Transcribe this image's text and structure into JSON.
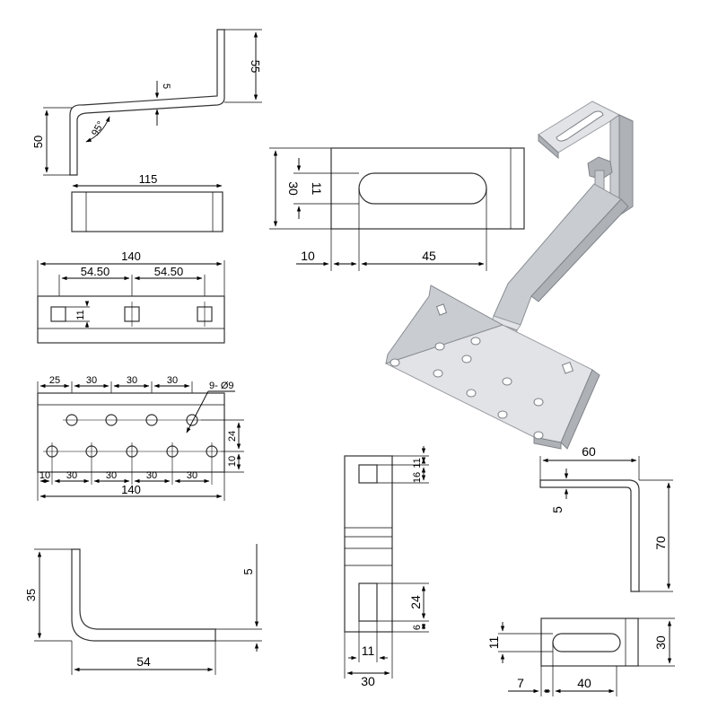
{
  "drawing": {
    "side_view_bent": {
      "dim_height_left": "50",
      "dim_height_right": "55",
      "dim_thickness": "5",
      "dim_angle": "95°",
      "dim_length": "115"
    },
    "top_view_strip": {
      "dim_length": "140",
      "dim_spacing_1": "54.50",
      "dim_spacing_2": "54.50",
      "dim_slot": "11"
    },
    "base_plate": {
      "dim_top_1": "25",
      "dim_top_2": "30",
      "dim_top_3": "30",
      "dim_top_4": "30",
      "dim_holes": "9- Ø9",
      "dim_row_gap": "24",
      "dim_edge_bottom": "10",
      "dim_bottom_1": "10",
      "dim_bottom_2": "30",
      "dim_bottom_3": "30",
      "dim_bottom_4": "30",
      "dim_bottom_5": "30",
      "dim_total": "140"
    },
    "base_angle_side": {
      "dim_height": "35",
      "dim_thickness": "5",
      "dim_length": "54"
    },
    "slot_plate": {
      "dim_height": "30",
      "dim_slot": "11",
      "dim_offset": "10",
      "dim_length": "45"
    },
    "front_view_arm": {
      "dim_top_hole_1": "11",
      "dim_top_hole_2": "16",
      "dim_slot_len": "24",
      "dim_slot_edge": "6",
      "dim_slot_w": "11",
      "dim_width": "30"
    },
    "top_angle_side": {
      "dim_length": "60",
      "dim_thickness": "5",
      "dim_height": "70"
    },
    "top_angle_plan": {
      "dim_slot": "11",
      "dim_height": "30",
      "dim_offset": "7",
      "dim_length": "40"
    }
  }
}
